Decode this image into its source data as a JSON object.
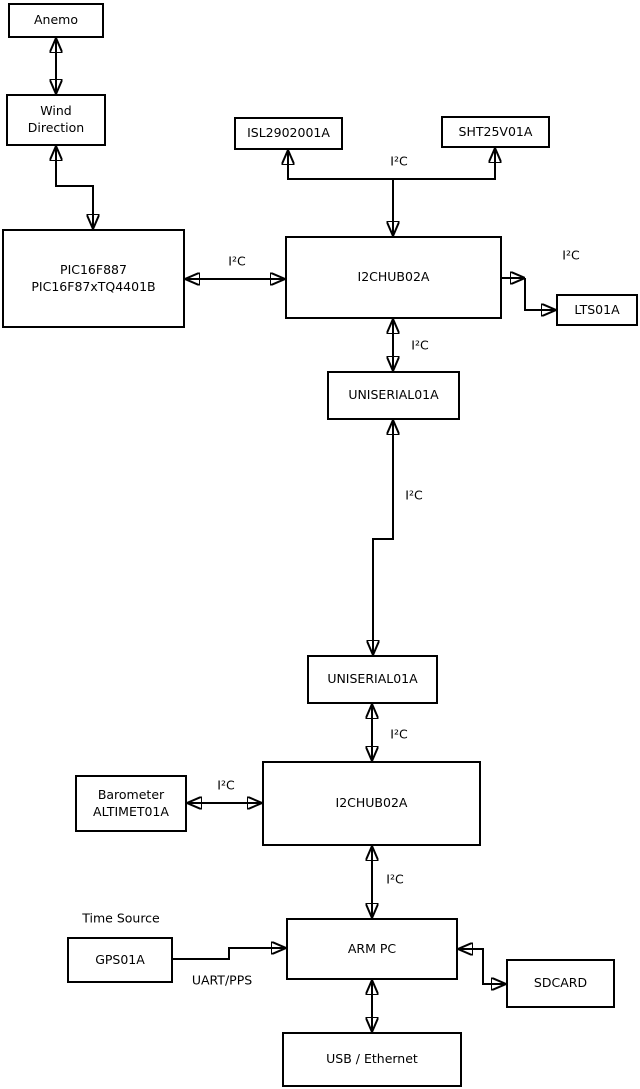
{
  "diagram": {
    "type": "block-diagram",
    "background": "#ffffff",
    "line_color": "#000000",
    "text_color": "#000000"
  },
  "nodes": {
    "anemo": {
      "label": "Anemo"
    },
    "wind_direction": {
      "label": "Wind\nDirection"
    },
    "pic": {
      "label": "PIC16F887\nPIC16F87xTQ4401B"
    },
    "isl": {
      "label": "ISL2902001A"
    },
    "sht": {
      "label": "SHT25V01A"
    },
    "hub_top": {
      "label": "I2CHUB02A"
    },
    "lts": {
      "label": "LTS01A"
    },
    "uniserial_top": {
      "label": "UNISERIAL01A"
    },
    "uniserial_bottom": {
      "label": "UNISERIAL01A"
    },
    "hub_bottom": {
      "label": "I2CHUB02A"
    },
    "barometer": {
      "label": "Barometer\nALTIMET01A"
    },
    "gps": {
      "label": "GPS01A"
    },
    "arm_pc": {
      "label": "ARM PC"
    },
    "sdcard": {
      "label": "SDCARD"
    },
    "usb_ethernet": {
      "label": "USB / Ethernet"
    }
  },
  "labels": {
    "i2c_sensor_bus": "I²C",
    "i2c_pic_hub": "I²C",
    "i2c_hub_lts": "I²C",
    "i2c_hub_uniserial": "I²C",
    "i2c_uniserial_link": "I²C",
    "i2c_uniserial_hub2": "I²C",
    "i2c_barometer_hub2": "I²C",
    "i2c_hub2_armpc": "I²C",
    "time_source": "Time Source",
    "uart_pps": "UART/PPS"
  },
  "edges": [
    {
      "from": "anemo",
      "to": "wind_direction",
      "bidirectional": true
    },
    {
      "from": "wind_direction",
      "to": "pic",
      "bidirectional": true
    },
    {
      "from": "pic",
      "to": "hub_top",
      "label": "I²C",
      "bidirectional": true
    },
    {
      "from": "hub_top",
      "to": "isl",
      "label": "I²C",
      "bidirectional": false
    },
    {
      "from": "hub_top",
      "to": "sht",
      "label": "I²C",
      "bidirectional": false
    },
    {
      "from": "hub_top",
      "to": "lts",
      "label": "I²C",
      "bidirectional": true
    },
    {
      "from": "hub_top",
      "to": "uniserial_top",
      "label": "I²C",
      "bidirectional": true
    },
    {
      "from": "uniserial_top",
      "to": "uniserial_bottom",
      "label": "I²C",
      "bidirectional": true
    },
    {
      "from": "uniserial_bottom",
      "to": "hub_bottom",
      "label": "I²C",
      "bidirectional": true
    },
    {
      "from": "barometer",
      "to": "hub_bottom",
      "label": "I²C",
      "bidirectional": true
    },
    {
      "from": "hub_bottom",
      "to": "arm_pc",
      "label": "I²C",
      "bidirectional": true
    },
    {
      "from": "gps",
      "to": "arm_pc",
      "label": "UART/PPS",
      "bidirectional": false
    },
    {
      "from": "arm_pc",
      "to": "sdcard",
      "bidirectional": true
    },
    {
      "from": "arm_pc",
      "to": "usb_ethernet",
      "bidirectional": true
    }
  ]
}
